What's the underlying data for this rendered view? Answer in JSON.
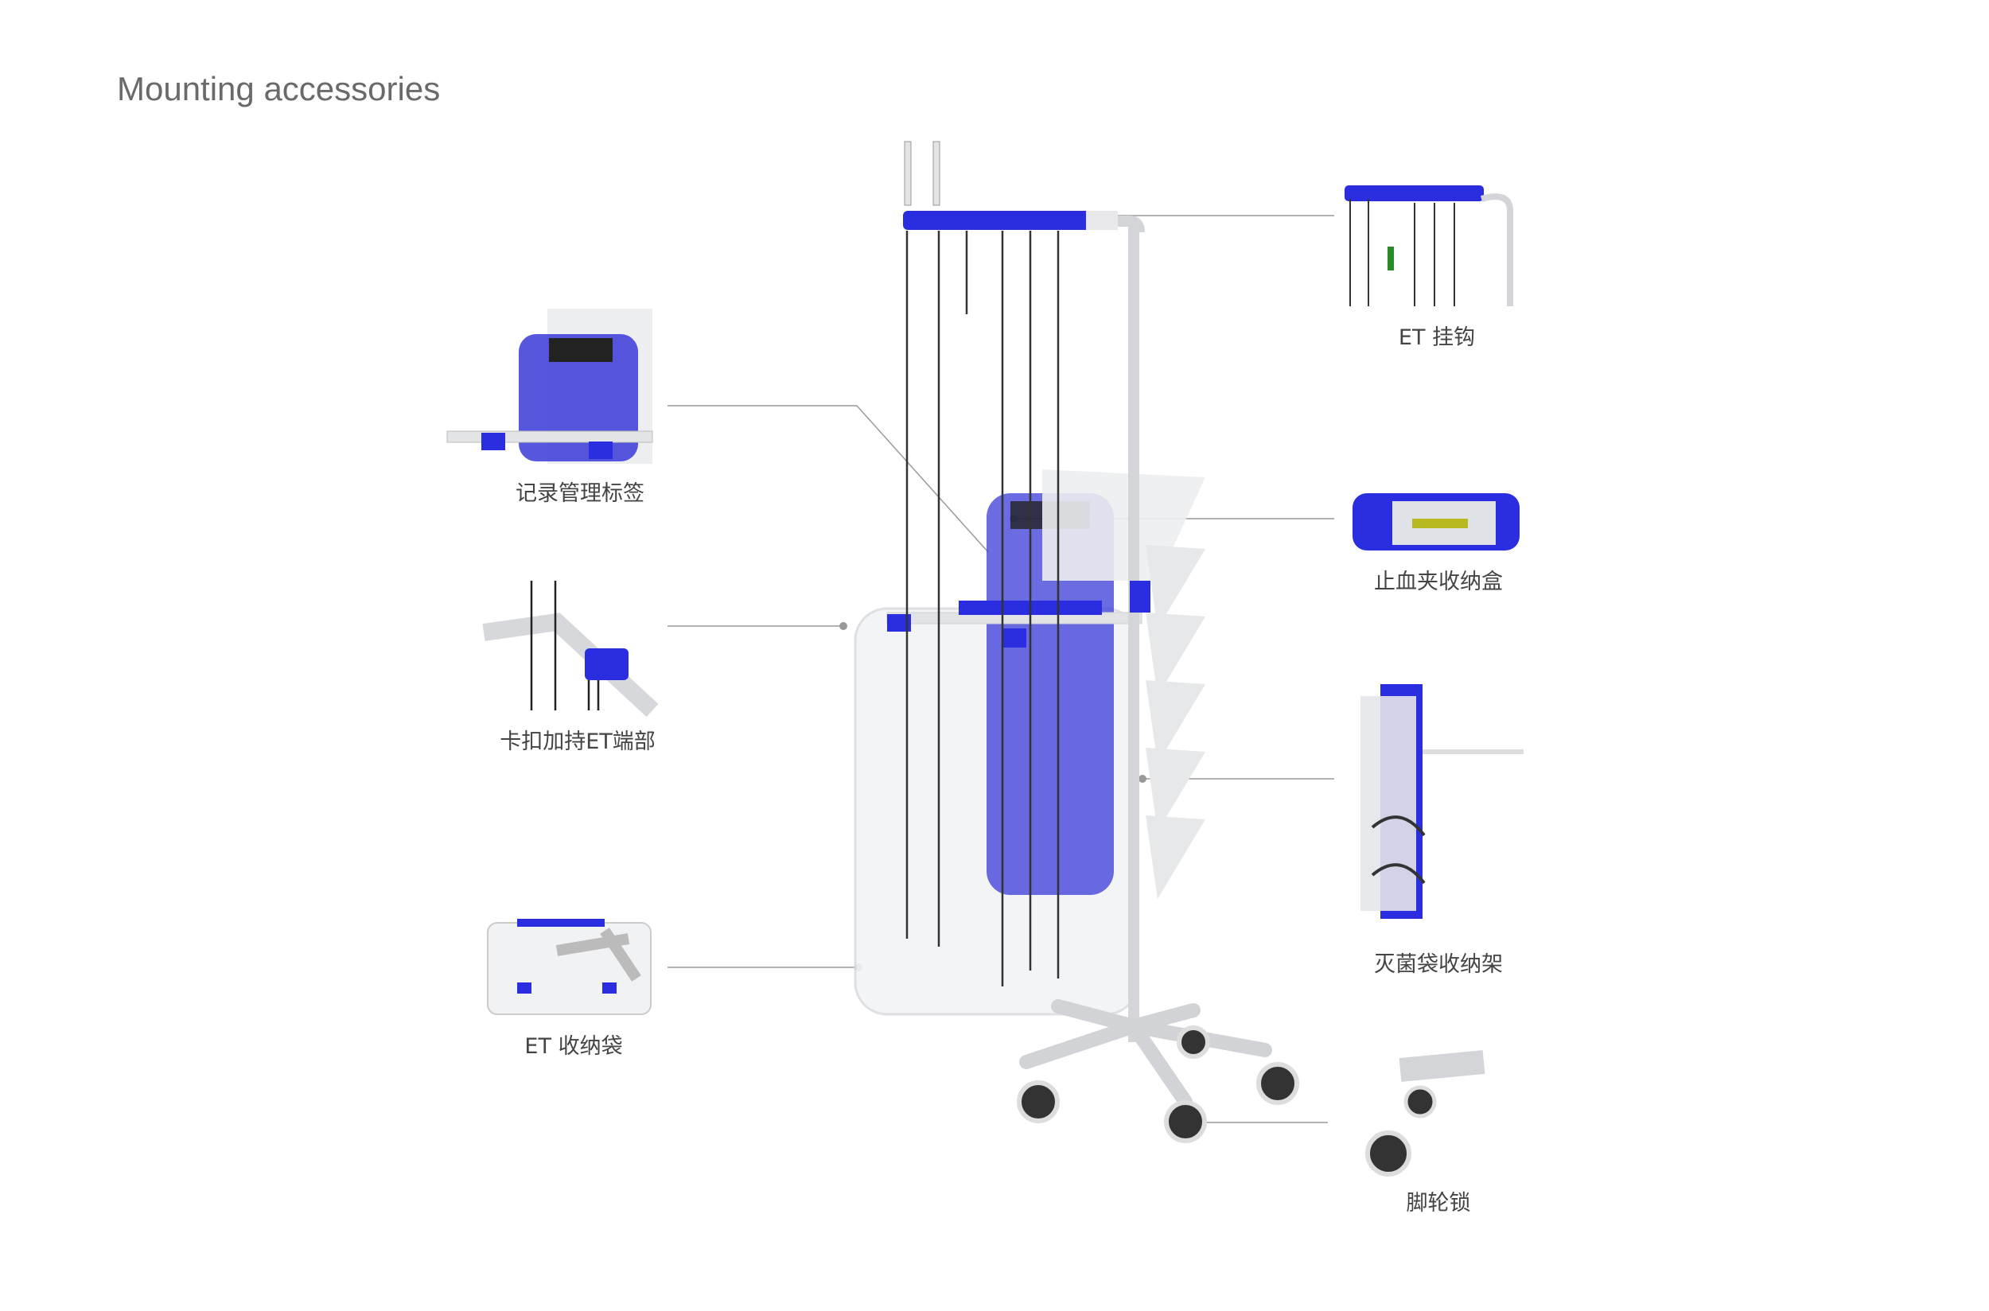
{
  "title": "Mounting accessories",
  "labels": {
    "et_hook": "ET  挂钩",
    "record_label": "记录管理标签",
    "clamp_box": "止血夹收纳盒",
    "clip_et_end": "卡扣加持ET端部",
    "sterile_rack": "灭菌袋收纳架",
    "et_bag": "ET  收纳袋",
    "caster_lock": "脚轮锁"
  },
  "colors": {
    "accent_blue": "#2a2ee0",
    "frame": "#d8dadd",
    "leader": "#9a9a9a"
  }
}
